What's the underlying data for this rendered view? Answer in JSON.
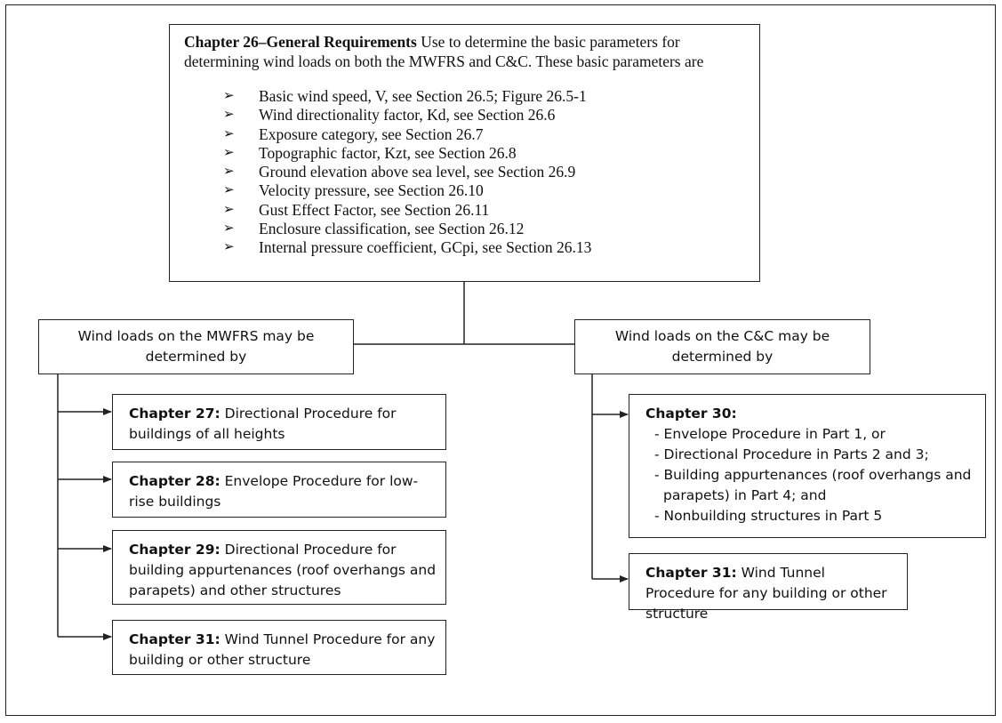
{
  "top": {
    "title": "Chapter 26–General Requirements",
    "intro_text": " Use to determine the basic parameters for determining wind loads on both the MWFRS and C&C. These basic parameters are",
    "bullet_glyph": "➢",
    "items": [
      "Basic wind speed, V, see Section 26.5; Figure 26.5-1",
      "Wind directionality factor, Kd, see Section 26.6",
      "Exposure category, see Section 26.7",
      "Topographic factor, Kzt, see Section 26.8",
      "Ground elevation above sea level, see Section 26.9",
      "Velocity pressure, see Section 26.10",
      "Gust Effect Factor, see Section 26.11",
      "Enclosure classification, see Section 26.12",
      "Internal pressure coefficient, GCpi, see Section 26.13"
    ]
  },
  "left": {
    "heading": "Wind loads on the MWFRS may be determined by",
    "chapters": [
      {
        "label": "Chapter 27:",
        "text": " Directional Procedure for buildings of all heights"
      },
      {
        "label": "Chapter 28:",
        "text": " Envelope Procedure for low-rise buildings"
      },
      {
        "label": "Chapter 29:",
        "text": " Directional Procedure for building appurtenances (roof overhangs and parapets) and other structures"
      },
      {
        "label": "Chapter 31:",
        "text": " Wind Tunnel Procedure for any building or other structure"
      }
    ]
  },
  "right": {
    "heading": "Wind loads on the C&C may be determined by",
    "ch30_label": "Chapter 30:",
    "ch30_items": [
      "- Envelope Procedure in Part 1, or",
      "- Directional Procedure in Parts 2 and 3;",
      "- Building appurtenances (roof overhangs and",
      "parapets) in Part 4; and",
      "- Nonbuilding structures in Part 5"
    ],
    "ch31_label": "Chapter 31:",
    "ch31_text": " Wind Tunnel Procedure for any building or other structure"
  }
}
